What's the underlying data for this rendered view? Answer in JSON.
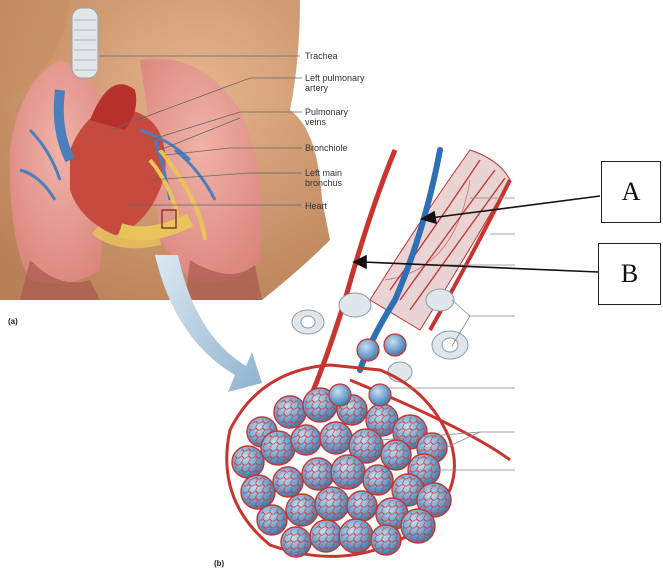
{
  "panel_labels": {
    "a": "(a)",
    "b": "(b)"
  },
  "anatomy_labels": {
    "trachea": "Trachea",
    "left_pulmonary_artery": "Left pulmonary\nartery",
    "pulmonary_veins": "Pulmonary\nveins",
    "bronchiole": "Bronchiole",
    "left_main_bronchus": "Left main\nbronchus",
    "heart": "Heart"
  },
  "callouts": {
    "a": "A",
    "b": "B"
  },
  "colors": {
    "skin": "#d9a37a",
    "lung": "#e79a92",
    "artery_red": "#c8342e",
    "vessel_blue": "#3d78b8",
    "alveoli_blue": "#8fb7d8",
    "fat_yellow": "#e8c45a"
  }
}
